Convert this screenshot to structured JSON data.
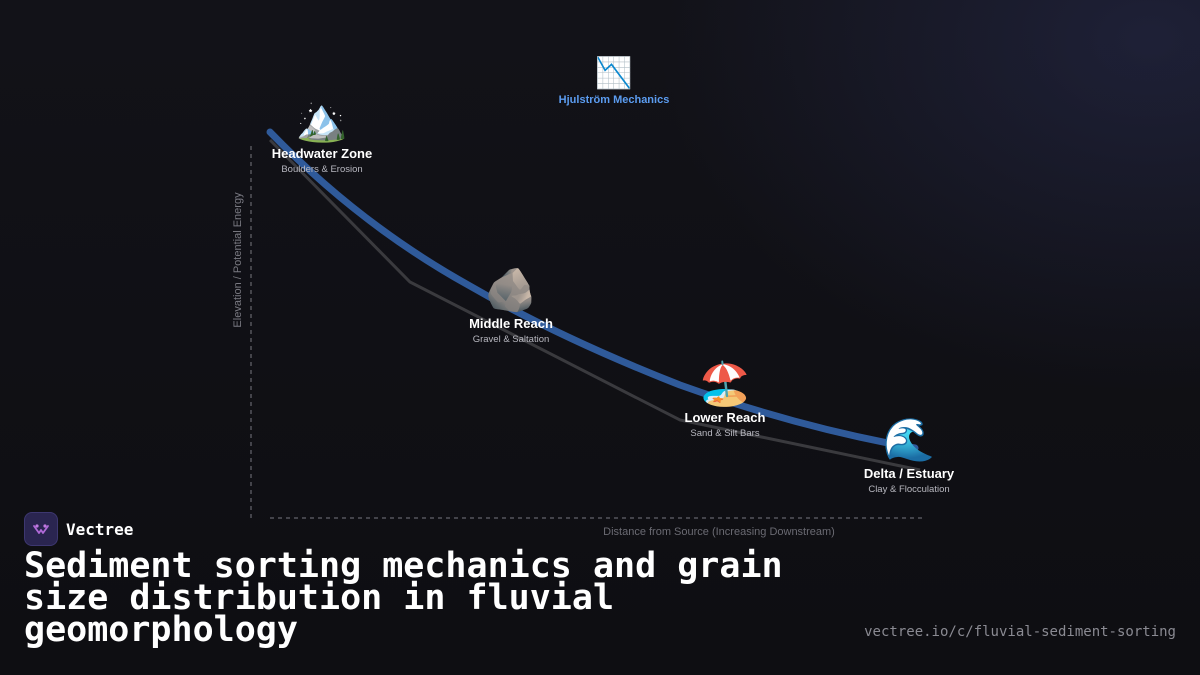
{
  "brand": {
    "name": "Vectree"
  },
  "headline": "Sediment sorting mechanics and grain size distribution in fluvial geomorphology",
  "url": "vectree.io/c/fluvial-sediment-sorting",
  "diagram": {
    "y_axis_label": "Elevation / Potential Energy",
    "x_axis_label": "Distance from Source (Increasing Downstream)",
    "mechanics": {
      "emoji": "📉",
      "label": "Hjulström Mechanics",
      "color": "#5b9cf0"
    },
    "stages": [
      {
        "emoji": "🏔️",
        "title": "Headwater Zone",
        "subtitle": "Boulders & Erosion"
      },
      {
        "emoji": "🪨",
        "title": "Middle Reach",
        "subtitle": "Gravel & Saltation"
      },
      {
        "emoji": "🏖️",
        "title": "Lower Reach",
        "subtitle": "Sand & Silt Bars"
      },
      {
        "emoji": "🌊",
        "title": "Delta / Estuary",
        "subtitle": "Clay & Flocculation"
      }
    ],
    "colors": {
      "profile_curve": "#2f5a9a",
      "profile_line": "#3a3a3e",
      "axis": "#55555c"
    }
  }
}
